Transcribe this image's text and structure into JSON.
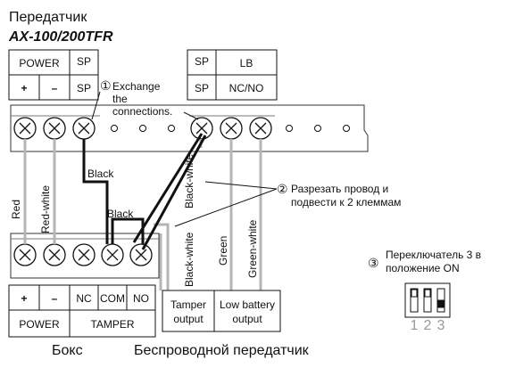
{
  "title": "Передатчик",
  "model": "AX-100/200TFR",
  "left_header": {
    "power": "POWER",
    "sp": "SP",
    "plus": "+",
    "minus": "–",
    "sp2": "SP"
  },
  "right_header": {
    "sp_a": "SP",
    "lb": "LB",
    "sp_b": "SP",
    "ncno": "NC/NO"
  },
  "notes": {
    "n1_marker": "①",
    "n1_lines": [
      "Exchange",
      "the",
      "connections."
    ],
    "n2_marker": "②",
    "n2_lines": [
      "Разрезать провод и",
      "подвести к 2 клеммам"
    ],
    "n3_marker": "③",
    "n3_lines": [
      "Переключатель 3 в",
      "положение ON"
    ]
  },
  "wire_labels": {
    "black_top": "Black",
    "black_mid": "Black",
    "red": "Red",
    "red_white": "Red-white",
    "black_white_top": "Black-white",
    "black_white_bottom": "Black-white",
    "green": "Green",
    "green_white": "Green-white"
  },
  "box_terminals": {
    "plus": "+",
    "minus": "–",
    "nc": "NC",
    "com": "COM",
    "no": "NO",
    "power": "POWER",
    "tamper": "TAMPER"
  },
  "outputs": {
    "tamper": [
      "Tamper",
      "output"
    ],
    "low_battery": [
      "Low battery",
      "output"
    ]
  },
  "dip_numbers": [
    "1",
    "2",
    "3"
  ],
  "dip_on": [
    false,
    false,
    true
  ],
  "bottom_labels": {
    "box": "Бокс",
    "transmitter": "Беспроводной передатчик"
  }
}
